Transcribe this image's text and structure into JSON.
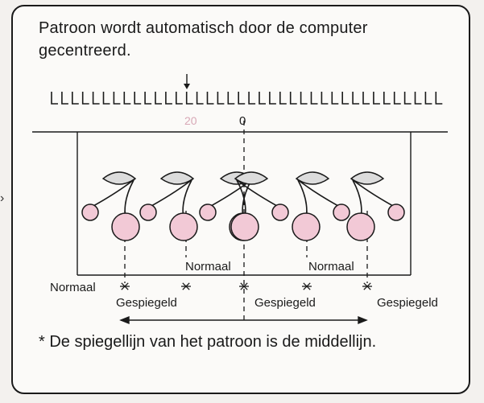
{
  "title": {
    "line1": "Patroon wordt automatisch door de computer",
    "line2": "gecentreerd."
  },
  "scale": {
    "label_left": "20",
    "label_center": "0"
  },
  "labels": {
    "normaal_left": "Normaal",
    "normaal_mid1": "Normaal",
    "normaal_mid2": "Normaal",
    "gespiegeld_1": "Gespiegeld",
    "gespiegeld_2": "Gespiegeld",
    "gespiegeld_3": "Gespiegeld"
  },
  "footnote": "* De spiegellijn van het patroon is de middellijn.",
  "colors": {
    "cherry_fill": "#f2c9d6",
    "leaf_fill": "#dcdcdc",
    "ink": "#1a1a1a"
  },
  "icons": {
    "arrow": "down-arrow-icon",
    "star": "asterisk-marker-icon"
  }
}
